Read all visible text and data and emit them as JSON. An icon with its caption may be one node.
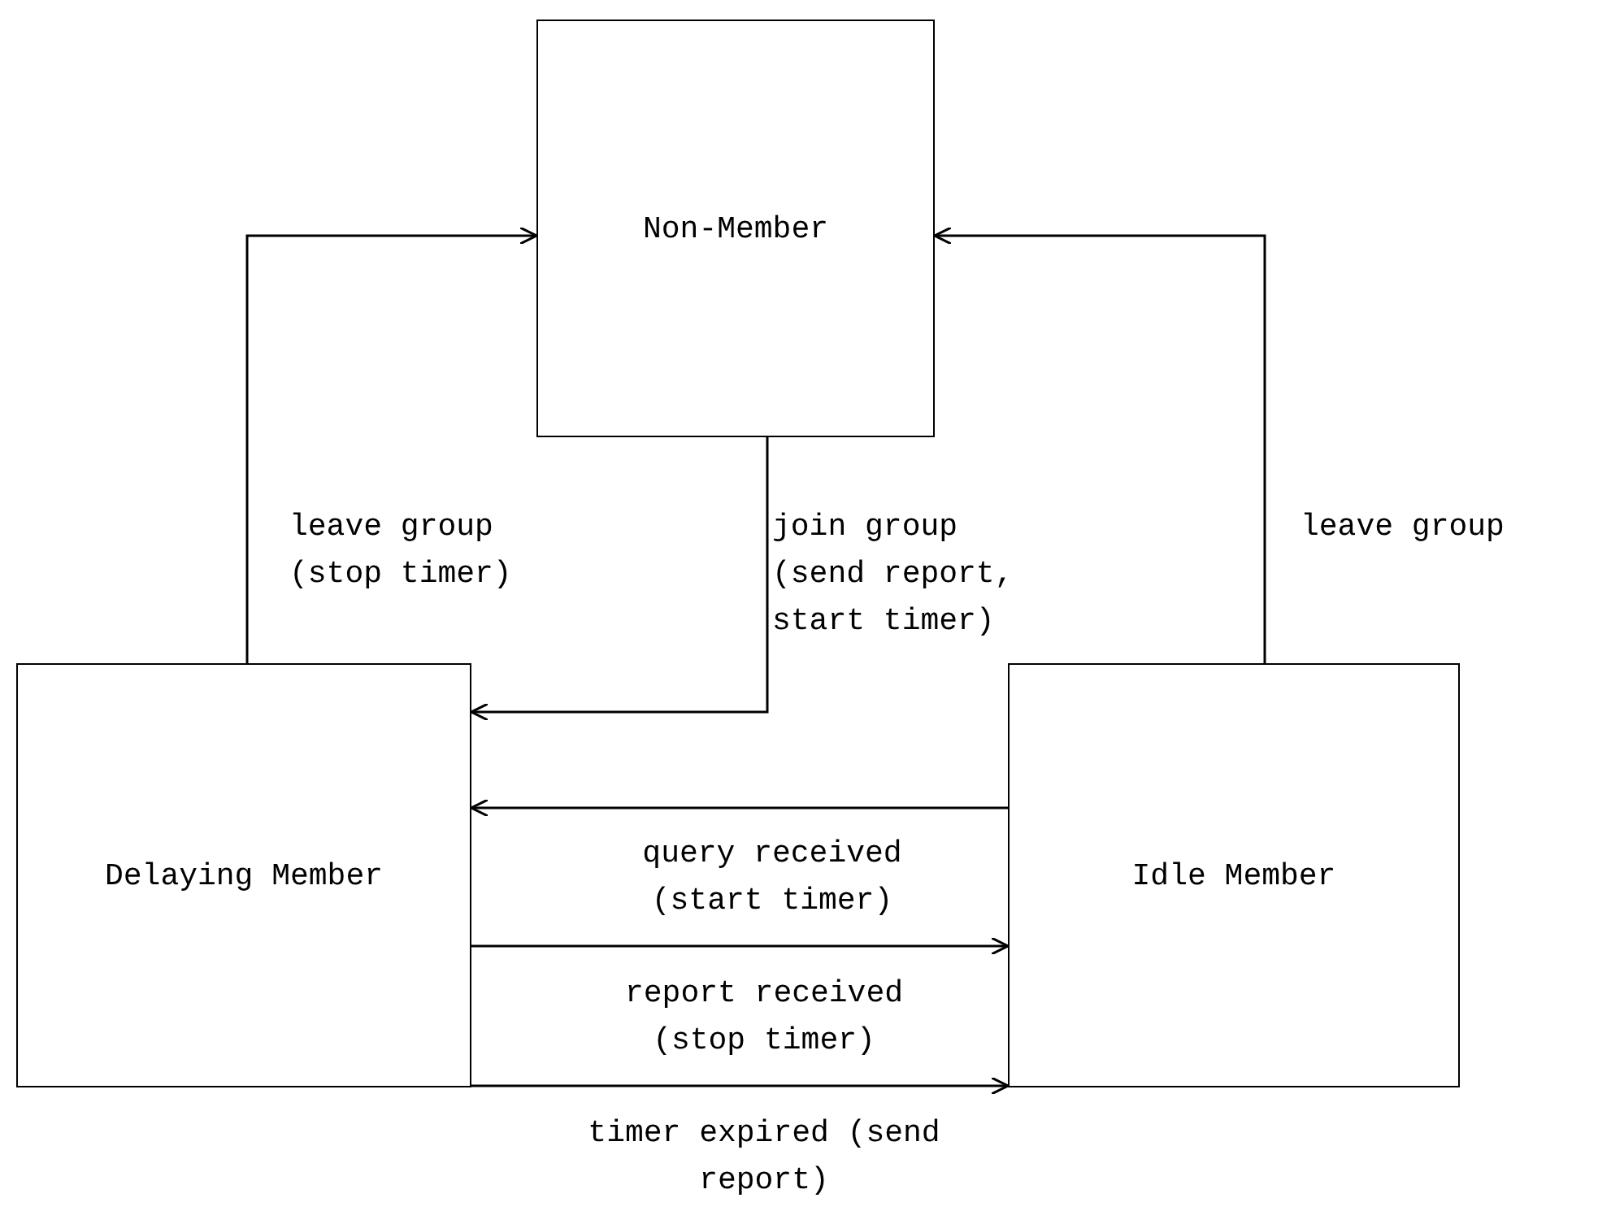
{
  "diagram": {
    "nodes": [
      {
        "text": [
          "Non-Member"
        ]
      },
      {
        "text": [
          "Delaying Member"
        ]
      },
      {
        "text": [
          "Idle Member"
        ]
      }
    ],
    "edges": [
      {
        "from": 1,
        "to": 0,
        "arrow": "to",
        "label": "leave group (stop timer)"
      },
      {
        "from": 2,
        "to": 0,
        "arrow": "to",
        "label": "leave group"
      },
      {
        "from": 0,
        "to": 1,
        "arrow": "to",
        "label": "join group (send report, start timer)"
      },
      {
        "from": 2,
        "to": 1,
        "arrow": "to",
        "label": "query received (start timer)"
      },
      {
        "from": 1,
        "to": 2,
        "arrow": "to",
        "label": "report received (stop timer)"
      },
      {
        "from": 1,
        "to": 2,
        "arrow": "to",
        "label": "timer expired (send report)"
      }
    ]
  }
}
